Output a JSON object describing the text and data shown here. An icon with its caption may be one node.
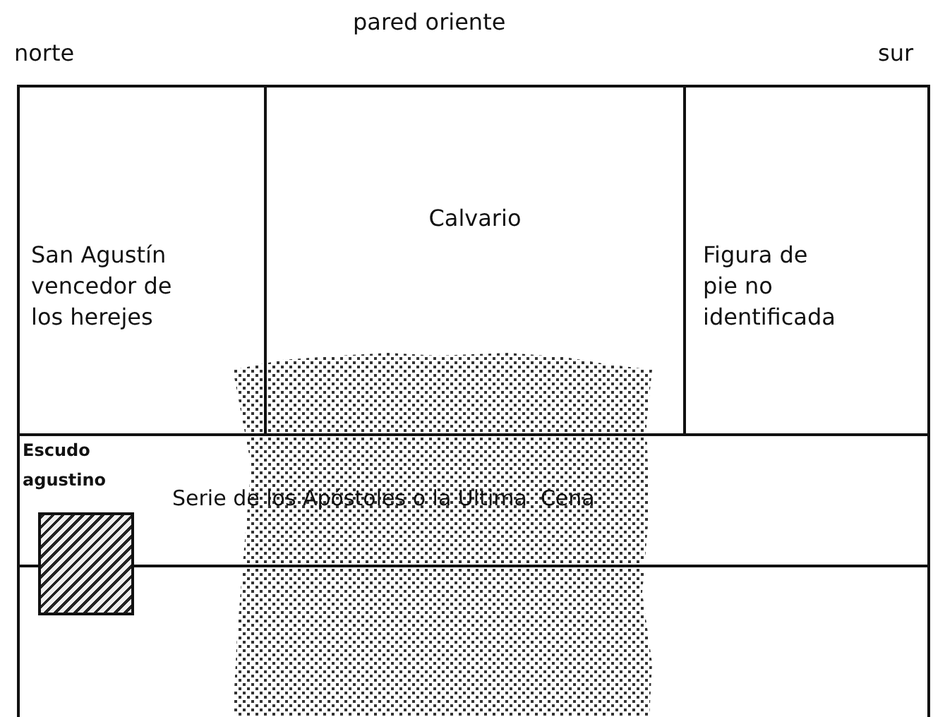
{
  "diagram": {
    "nodes": [
      {
        "text": [
          "San Agustín vencedor de los herejes"
        ]
      },
      {
        "text": [
          "Calvario"
        ]
      },
      {
        "text": [
          "Figura de pie no identificada"
        ]
      },
      {
        "text": [
          "Serie de los Apóstoles o la Ultima  Cena"
        ]
      },
      {
        "text": [],
        "shape": "box"
      },
      {
        "text": [],
        "shape": "box"
      }
    ],
    "labels": [
      "pared oriente",
      "norte",
      "sur",
      "Escudo agustino"
    ]
  }
}
